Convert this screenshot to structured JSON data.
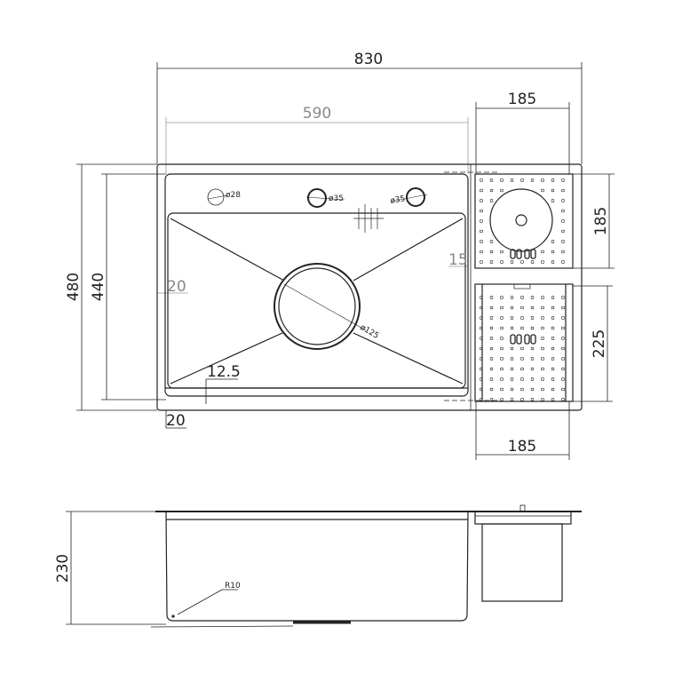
{
  "drawing": {
    "top_view": {
      "overall_width": "830",
      "bowl_width": "590",
      "drainer_width_top": "185",
      "drainer_height_top": "185",
      "drainer_height_bottom": "225",
      "drainer_width_bottom": "185",
      "overall_depth": "480",
      "bowl_depth": "440",
      "offset_left": "20",
      "offset_bottom_left": "20",
      "offset_12_5": "12.5",
      "offset_15": "15",
      "hole_1": "ø28",
      "hole_2": "ø35",
      "hole_3": "ø35",
      "drain": "ø125"
    },
    "side_view": {
      "height": "230",
      "radius": "R10"
    }
  },
  "colors": {
    "line": "#222222",
    "dim_gray": "#888888"
  }
}
